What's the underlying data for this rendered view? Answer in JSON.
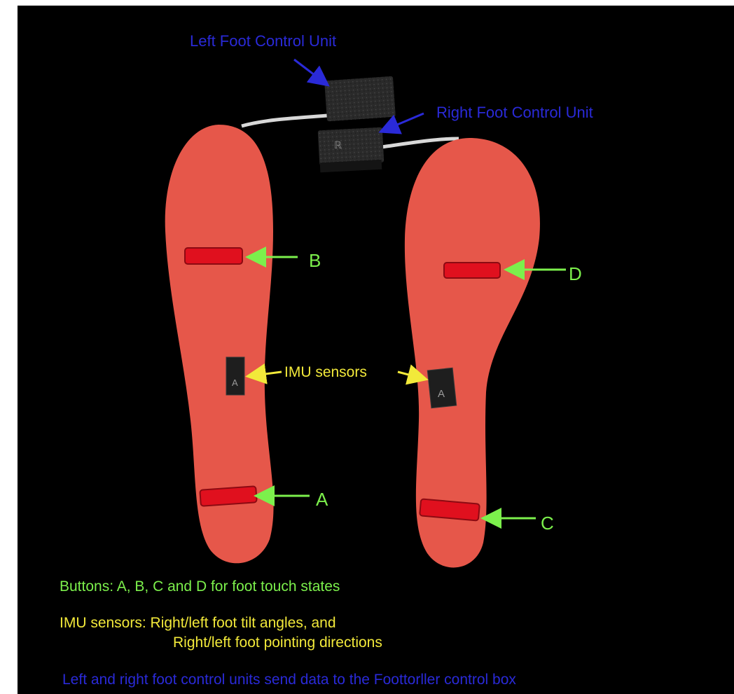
{
  "labels": {
    "left_unit": "Left Foot Control Unit",
    "right_unit": "Right Foot Control Unit",
    "button_b": "B",
    "button_d": "D",
    "button_a": "A",
    "button_c": "C",
    "imu": "IMU sensors",
    "sensor_mark_left": "A",
    "sensor_mark_right": "A"
  },
  "legend": {
    "buttons": "Buttons: A, B, C and D for foot touch states",
    "imu_line1": "IMU sensors: Right/left foot tilt angles, and",
    "imu_line2": "Right/left foot pointing directions",
    "footer": "Left and right foot control units send data to the Foottorller control box"
  },
  "colors": {
    "background": "#000000",
    "insole": "#e6574a",
    "button_pad": "#e0101e",
    "control_unit": "#262626",
    "cable": "#d8d8d8",
    "blue_text": "#2a2ad8",
    "green_text": "#7cf04c",
    "yellow_text": "#f2e93a"
  }
}
